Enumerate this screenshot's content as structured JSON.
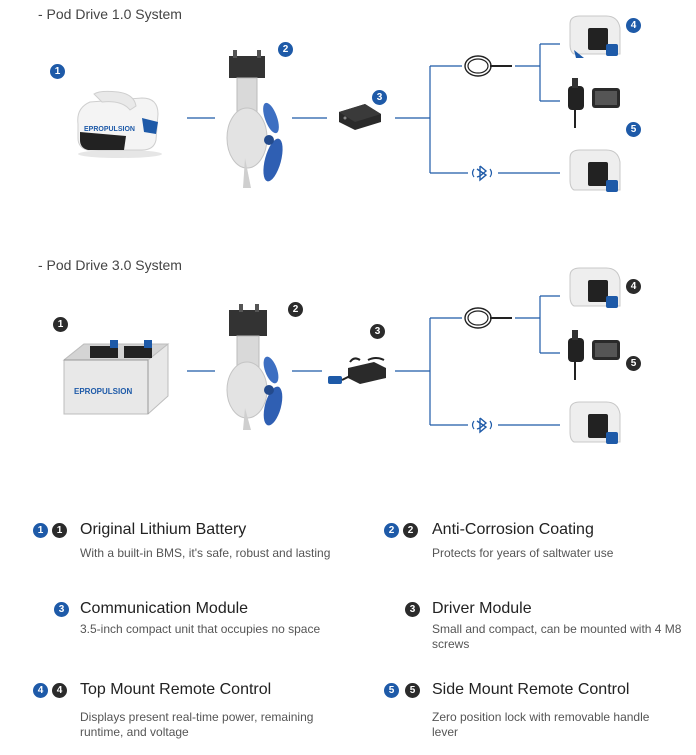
{
  "systems": [
    {
      "title": "- Pod Drive 1.0 System",
      "badge_style": "blue"
    },
    {
      "title": "- Pod Drive 3.0 System",
      "badge_style": "dark"
    }
  ],
  "badges": {
    "n1": "1",
    "n2": "2",
    "n3": "3",
    "n4": "4",
    "n5": "5"
  },
  "battery_brand": "EPROPULSION",
  "colors": {
    "accent_blue": "#1e5aa8",
    "dark_badge": "#2b2b2b",
    "line": "#1e5aa8"
  },
  "legend": [
    {
      "num": "1",
      "title": "Original Lithium Battery",
      "desc": "With a built-in BMS, it's safe, robust and lasting",
      "badges": [
        "blue",
        "dark"
      ]
    },
    {
      "num": "2",
      "title": "Anti-Corrosion Coating",
      "desc": "Protects for years of saltwater use",
      "badges": [
        "blue",
        "dark"
      ]
    },
    {
      "num": "3",
      "title": "Communication Module",
      "desc": "3.5-inch compact unit that occupies no space",
      "badges": [
        "blue"
      ]
    },
    {
      "num": "3",
      "title": "Driver Module",
      "desc": "Small and compact, can be mounted with 4 M8 screws",
      "badges": [
        "dark"
      ]
    },
    {
      "num": "4",
      "title": "Top Mount Remote Control",
      "desc": "Displays present real-time power, remaining runtime, and voltage",
      "badges": [
        "blue",
        "dark"
      ]
    },
    {
      "num": "5",
      "title": "Side Mount Remote Control",
      "desc": "Zero position lock with removable handle lever",
      "badges": [
        "blue",
        "dark"
      ]
    }
  ]
}
